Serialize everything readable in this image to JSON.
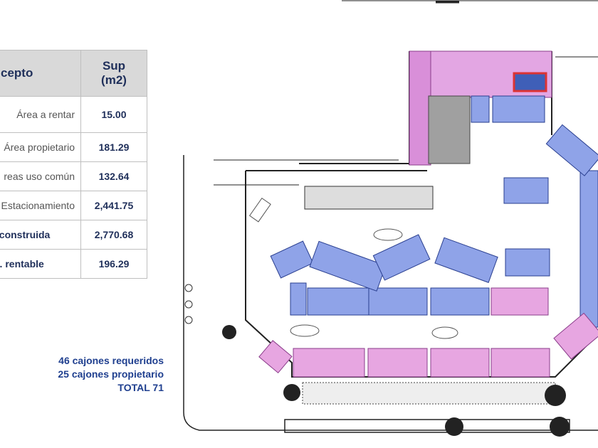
{
  "table": {
    "headers": [
      "cepto",
      "Sup\n(m2)"
    ],
    "header_c1": "cepto",
    "header_c2a": "Sup",
    "header_c2b": "(m2)",
    "rows": [
      {
        "concept": "Área a rentar",
        "value": "15.00"
      },
      {
        "concept": "Área propietario",
        "value": "181.29"
      },
      {
        "concept": "reas uso común",
        "value": "132.64"
      },
      {
        "concept": "Estacionamiento",
        "value": "2,441.75"
      },
      {
        "concept": ". construida",
        "value": "2,770.68"
      },
      {
        "concept": "p. rentable",
        "value": "196.29"
      }
    ]
  },
  "notes": {
    "line1": "46 cajones requeridos",
    "line2": "25 cajones propietario",
    "line3": "TOTAL 71"
  },
  "colors": {
    "owner_area": "#e3a6e3",
    "parking_blue": "#8fa3e8",
    "parking_pink": "#e7a6e1",
    "stairs": "#9a9a9a"
  }
}
